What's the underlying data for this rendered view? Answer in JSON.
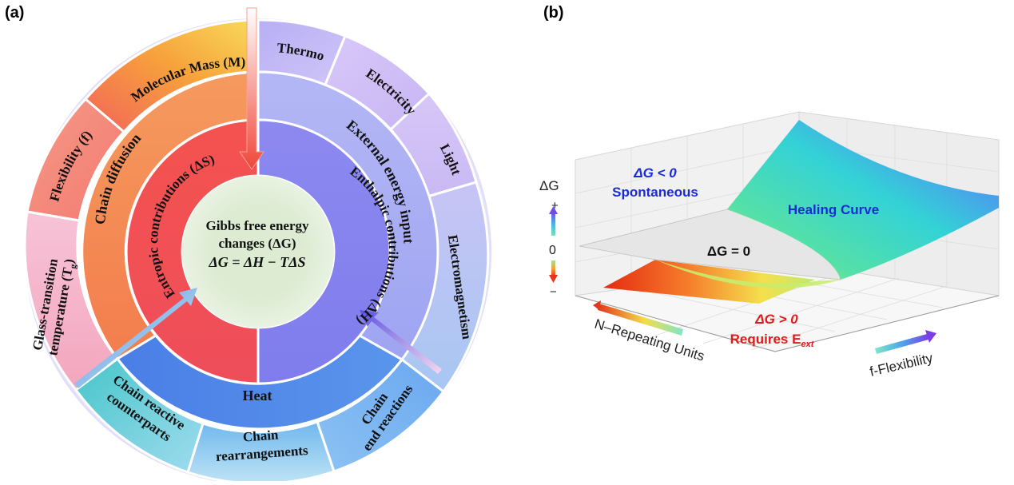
{
  "panel_a": {
    "label": "(a)",
    "center": {
      "line1": "Gibbs free energy",
      "line2": "changes (ΔG)",
      "equation": "ΔG = ΔH − TΔS"
    },
    "middle": {
      "entropic": "Entropic contributions (ΔS)",
      "enthalpic": "Enthalpic contributions (ΔH)"
    },
    "ring2": {
      "chain_diffusion": "Chain diffusion",
      "external_energy": "External energy input",
      "heat": "Heat"
    },
    "outer": {
      "molecular_mass": "Molecular Mass (M)",
      "flexibility": "Flexibility (f)",
      "glass_line1": "Glass-transition",
      "glass_line2": "temperature (T",
      "glass_sub": "g",
      "glass_end": ")",
      "thermo": "Thermo",
      "electricity": "Electricity",
      "light": "Light",
      "electromagnetism": "Electromagnetism",
      "chain_end_line1": "Chain",
      "chain_end_line2": "end reactions",
      "chain_rearr_line1": "Chain",
      "chain_rearr_line2": "rearrangements",
      "chain_react_line1": "Chain reactive",
      "chain_react_line2": "counterparts"
    }
  },
  "panel_b": {
    "label": "(b)",
    "z_axis_label": "ΔG",
    "z_plus": "+",
    "z_zero": "0",
    "z_minus": "−",
    "negative_region_line1": "ΔG < 0",
    "negative_region_line2": "Spontaneous",
    "healing_curve": "Healing Curve",
    "zero_plane": "ΔG = 0",
    "positive_region_line1": "ΔG > 0",
    "positive_region_line2": "Requires E",
    "positive_region_sub": "ext",
    "x_axis_label": "N–Repeating Units",
    "y_axis_label": "f-Flexibility"
  },
  "colors": {
    "entropic": "#f0504e",
    "enthalpic": "#8c88ef",
    "chain_diffusion": "#f58a50",
    "external_energy": "#a7a9f3",
    "heat": "#4f86e8",
    "blue_text": "#1a2bd6",
    "red_text": "#e01b1b",
    "center_fill": "#dcebd2"
  }
}
